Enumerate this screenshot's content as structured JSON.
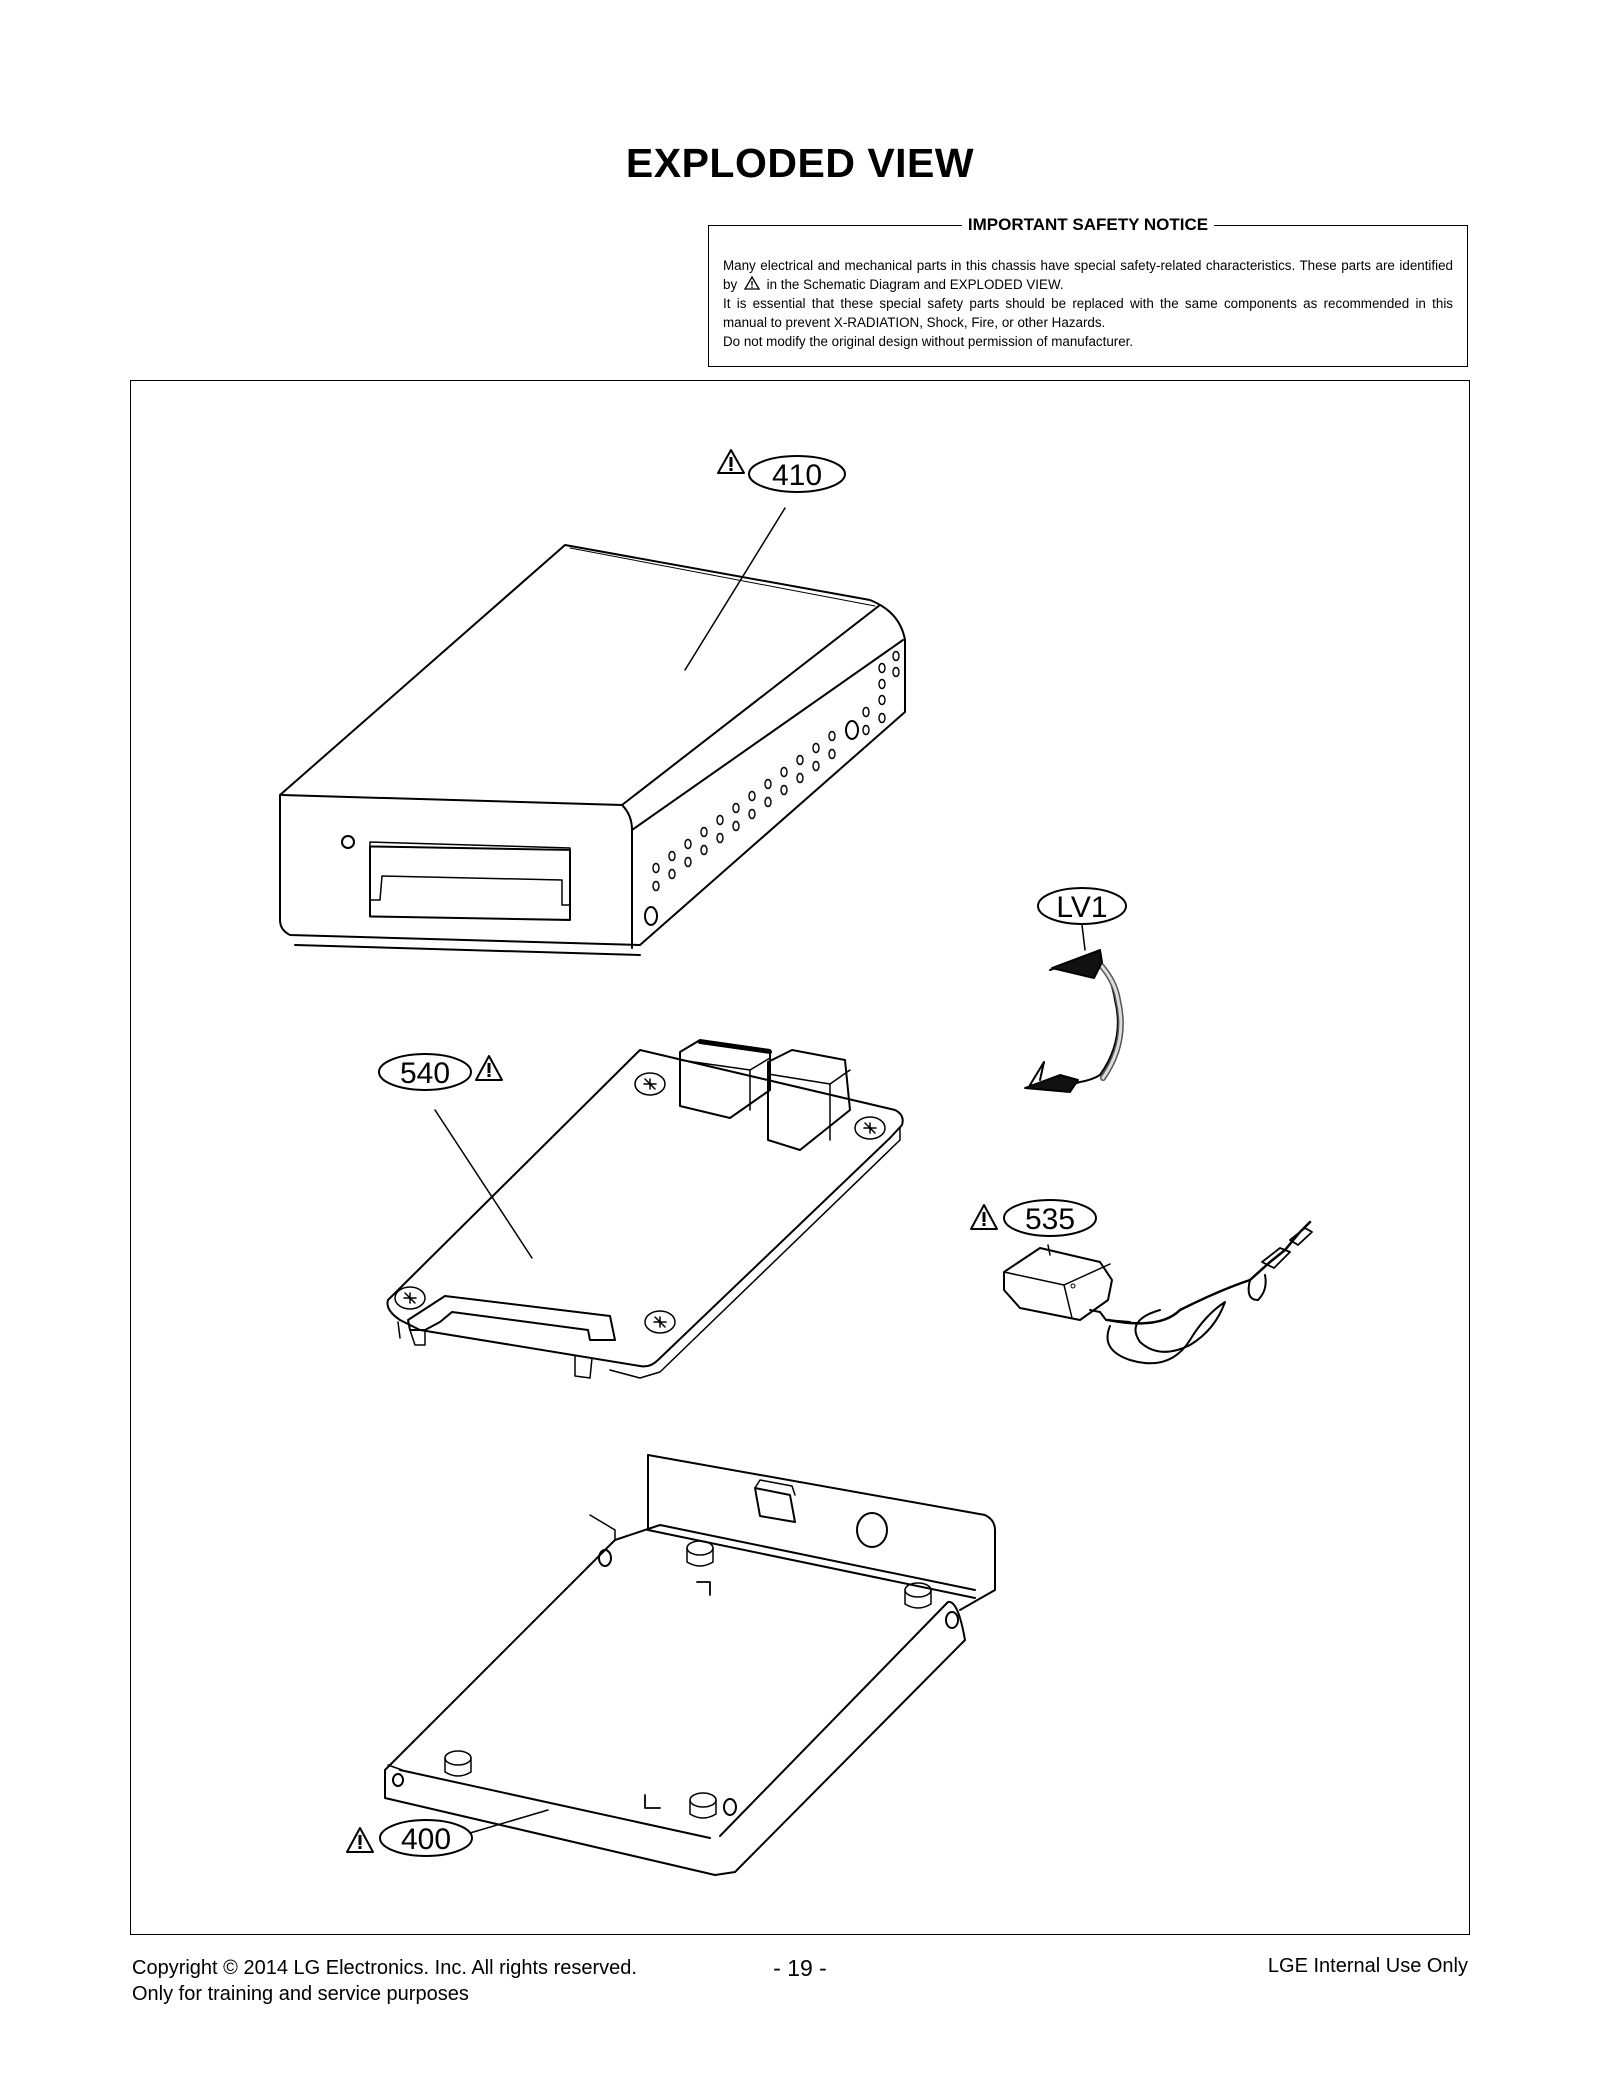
{
  "title": "EXPLODED VIEW",
  "safety_notice": {
    "title": "IMPORTANT SAFETY NOTICE",
    "line1_pre": "Many electrical and mechanical parts in this chassis have special safety-related characteristics. These parts are identified by",
    "line1_post": "in the Schematic Diagram and EXPLODED VIEW.",
    "line2": "It is essential that these special safety parts should be replaced with the same components as recommended in this manual to prevent X-RADIATION, Shock, Fire, or other Hazards.",
    "line3": "Do not modify the original design without permission of manufacturer."
  },
  "parts": {
    "top_cover": "410",
    "main_board": "540",
    "adapter": "535",
    "cable": "LV1",
    "bottom_chassis": "400"
  },
  "footer": {
    "copyright": "Copyright  © 2014  LG Electronics. Inc. All rights reserved.",
    "purpose": "Only for training and service purposes",
    "page": "- 19 -",
    "internal": "LGE Internal Use Only"
  }
}
